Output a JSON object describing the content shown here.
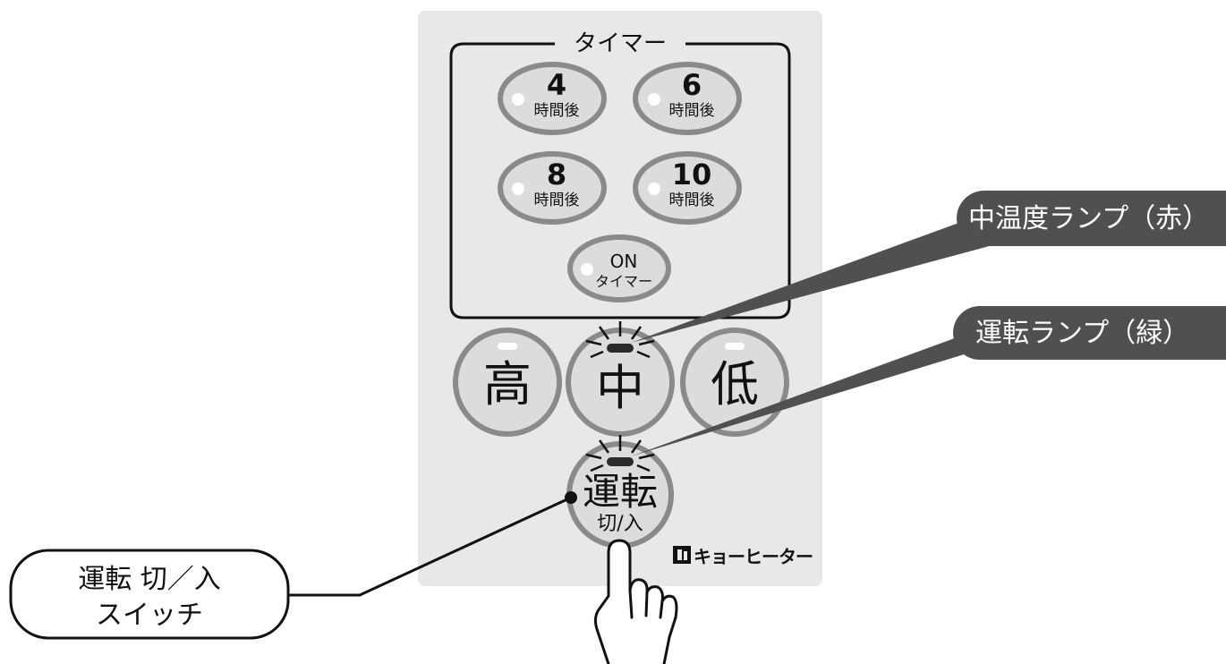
{
  "panel": {
    "timer_group_label": "タイマー",
    "timer_buttons": [
      {
        "number": "4",
        "unit": "時間後"
      },
      {
        "number": "6",
        "unit": "時間後"
      },
      {
        "number": "8",
        "unit": "時間後"
      },
      {
        "number": "10",
        "unit": "時間後"
      }
    ],
    "on_timer": {
      "top": "ON",
      "bottom": "タイマー"
    },
    "temp_buttons": {
      "high": "高",
      "mid": "中",
      "low": "低"
    },
    "power_button": {
      "main": "運転",
      "sub": "切/入"
    },
    "brand_logo": "キョーヒーター"
  },
  "callouts": {
    "mid_lamp": "中温度ランプ（赤）",
    "run_lamp": "運転ランプ（緑）",
    "power_switch_line1": "運転 切／入",
    "power_switch_line2": "スイッチ"
  },
  "colors": {
    "panel": "#e8e8e8",
    "button_fill": "#dcdcdc",
    "button_ring": "#8a8a8a",
    "callout_bg": "#505050",
    "lamp": "#2a2a2a"
  },
  "icons": {
    "hand": "pointing-hand-icon",
    "lamp_glow": "lamp-glow-icon",
    "brand": "kyo-heater-logo-icon"
  }
}
